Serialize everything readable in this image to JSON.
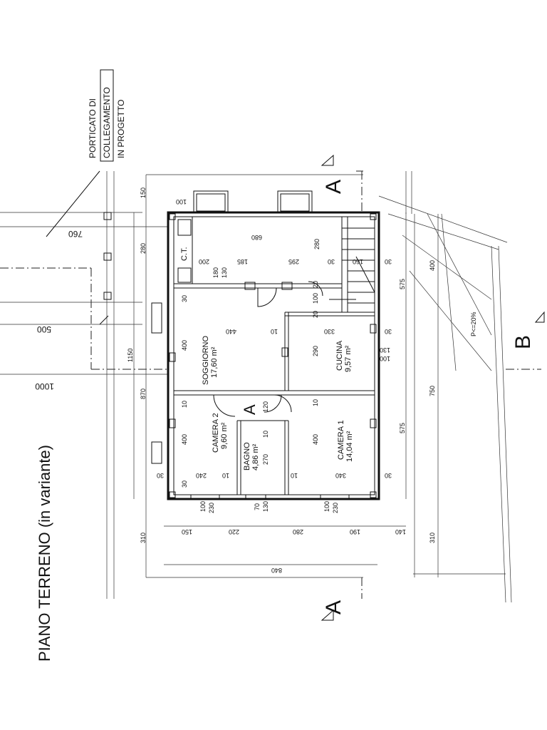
{
  "title": "PIANO TERRENO (in variante)",
  "note": {
    "line1": "PORTICATO DI",
    "line2": "COLLEGAMENTO",
    "line3": "IN PROGETTO"
  },
  "sections": {
    "a_top": "A",
    "a_bottom": "A",
    "a_mid": "A",
    "b": "B"
  },
  "slope": "P<=20%",
  "rooms": {
    "soggiorno": {
      "name": "SOGGIORNO",
      "area": "17,60 m²"
    },
    "cucina": {
      "name": "CUCINA",
      "area": "9,57 m²"
    },
    "camera2": {
      "name": "CAMERA 2",
      "area": "9,60 m²"
    },
    "bagno": {
      "name": "BAGNO",
      "area": "4,86 m²"
    },
    "camera1": {
      "name": "CAMERA 1",
      "area": "14,04 m²"
    },
    "ct": {
      "name": "C.T."
    }
  },
  "dims": {
    "d150": "150",
    "d280": "280",
    "d1150": "1150",
    "d870": "870",
    "d310": "310",
    "d760": "760",
    "d500": "500",
    "d1000": "1000",
    "d100top": "100",
    "d680": "680",
    "d200": "200",
    "d185": "185",
    "d295": "295",
    "d280b": "280",
    "d30a": "30",
    "d160": "160",
    "d30b": "30",
    "d180": "180",
    "d130": "130",
    "d30c": "30",
    "d20a": "20",
    "d100b": "100",
    "d20b": "20",
    "d440": "440",
    "d10a": "10",
    "d330": "330",
    "d30d": "30",
    "d400a": "400",
    "d290": "290",
    "d130b": "130",
    "d100c": "100",
    "d10b": "10",
    "d120": "120",
    "d30e": "30",
    "d400b": "400",
    "d10c": "10",
    "d400c": "400",
    "d30f": "30",
    "d240": "240",
    "d10d": "10",
    "d270": "270",
    "d10e": "10",
    "d340": "340",
    "d30g": "30",
    "d100d": "100",
    "d230a": "230",
    "d70": "70",
    "d130c": "130",
    "d100e": "100",
    "d230b": "230",
    "d150b": "150",
    "d220": "220",
    "d280c": "280",
    "d190": "190",
    "d140": "140",
    "d840": "840",
    "d310b": "310",
    "d400r": "400",
    "d575a": "575",
    "d750": "750",
    "d575b": "575",
    "d310r": "310",
    "d10f": "10"
  }
}
